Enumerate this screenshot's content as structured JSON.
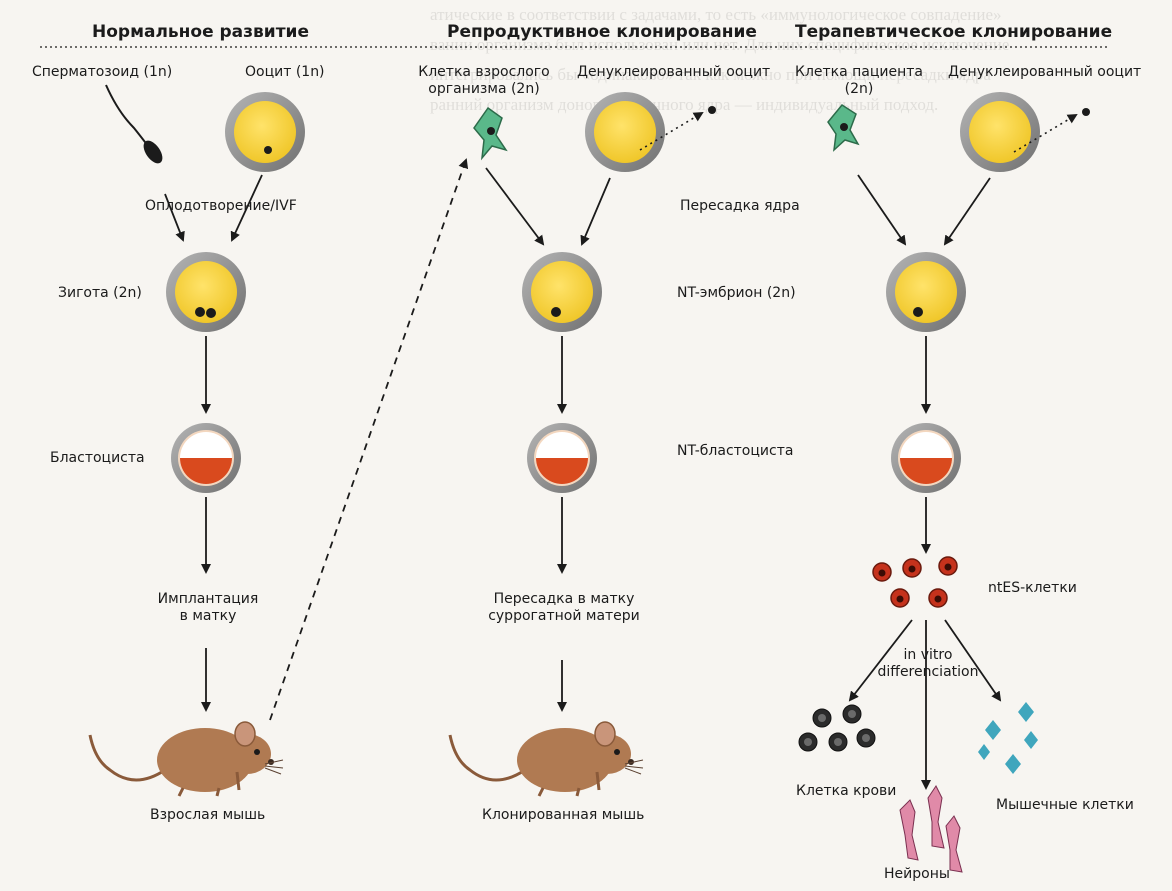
{
  "headers": {
    "normal": "Нормальное развитие",
    "reproductive": "Репродуктивное клонирование",
    "therapeutic": "Терапевтическое клонирование"
  },
  "normal": {
    "sperm": "Сперматозоид (1n)",
    "oocyte": "Ооцит (1n)",
    "fertilization": "Оплодотворение/IVF",
    "zygote": "Зигота (2n)",
    "blastocyst": "Бластоциста",
    "implantation_line1": "Имплантация",
    "implantation_line2": "в матку",
    "adult_mouse": "Взрослая мышь"
  },
  "reproductive": {
    "adult_cell_line1": "Клетка взрослого",
    "adult_cell_line2": "организма (2n)",
    "enucleated": "Денуклеированный ооцит",
    "nuclear_transfer": "Пересадка ядра",
    "nt_embryo": "NT-эмбрион (2n)",
    "nt_blastocyst": "NT-бластоциста",
    "surrogate_line1": "Пересадка в матку",
    "surrogate_line2": "суррогатной матери",
    "cloned_mouse": "Клонированная мышь"
  },
  "therapeutic": {
    "patient_cell_line1": "Клетка пациента",
    "patient_cell_line2": "(2n)",
    "enucleated": "Денуклеированный ооцит",
    "nt_es_cells": "ntES-клетки",
    "in_vitro_line1": "in vitro",
    "in_vitro_line2": "differenciation",
    "blood_cell": "Клетка крови",
    "muscle_cells": "Мышечные клетки",
    "neurons": "Нейроны"
  },
  "colors": {
    "yolk": "#f0c72a",
    "zona": "#8c8c8c",
    "blastocoel_fill": "#d94a1e",
    "adult_cell": "#5ab88a",
    "es_cell": "#c5321c",
    "muscle_cell": "#3fa6bd",
    "neuron": "#e08aa8",
    "mouse": "#b07a52"
  },
  "background_text": [
    "атические в соответствии с задачами, то есть «иммунологическое совпадение»",
    "вании организма был использован или нет. Для них специфическое исключение",
    "интегрировались бы «одинаково» так как можно при помощи пересадки ядра",
    "ранний организм донора клеточного ядра — индивидуальный подход."
  ]
}
